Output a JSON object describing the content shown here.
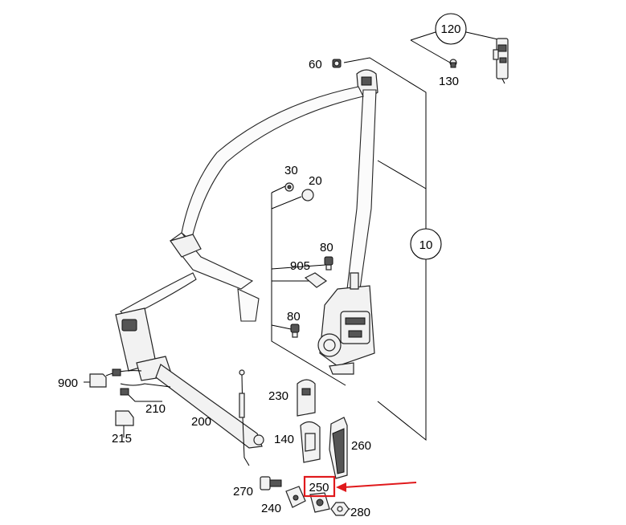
{
  "labels": {
    "p120": "120",
    "p130": "130",
    "p60": "60",
    "p30": "30",
    "p20": "20",
    "p10": "10",
    "p80a": "80",
    "p905": "905",
    "p80b": "80",
    "p900": "900",
    "p210": "210",
    "p215": "215",
    "p200": "200",
    "p230": "230",
    "p140": "140",
    "p260": "260",
    "p270": "270",
    "p250": "250",
    "p240": "240",
    "p280": "280"
  },
  "highlight": {
    "part": "250",
    "color": "#e0191c"
  }
}
